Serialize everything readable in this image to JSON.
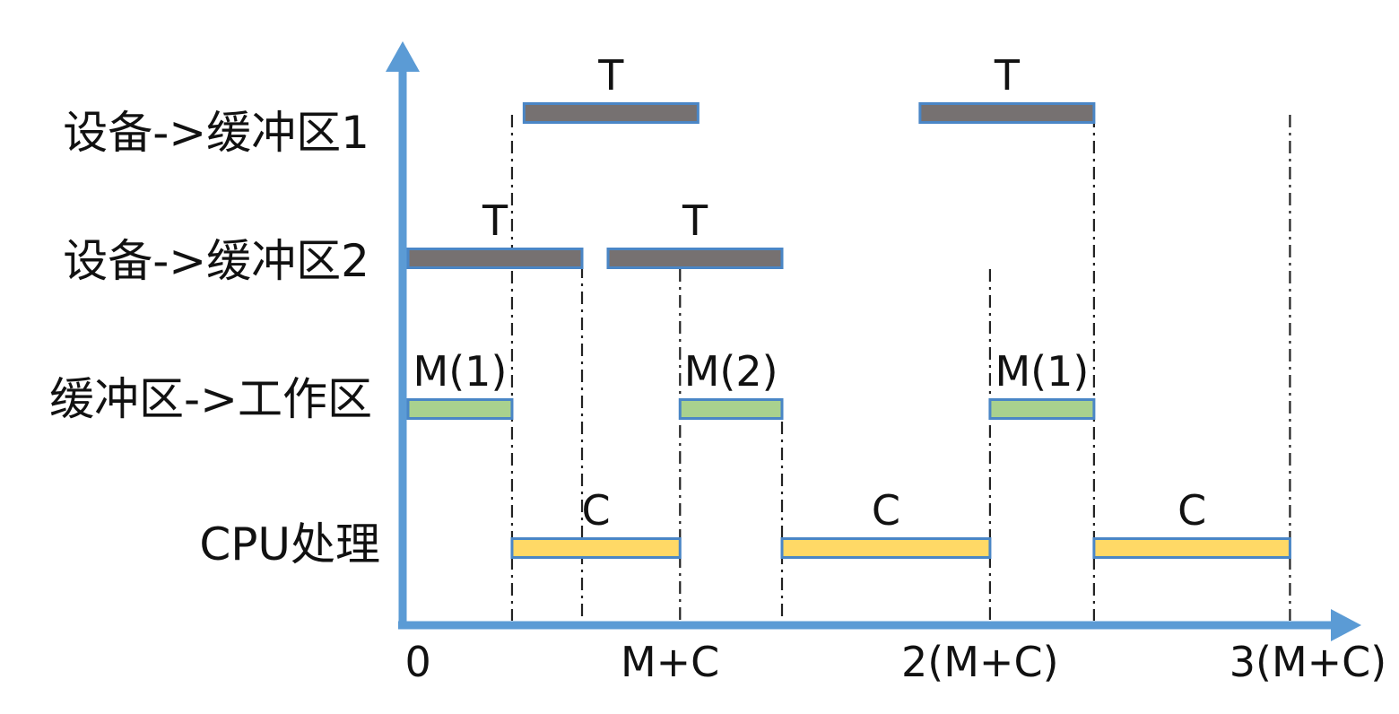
{
  "rows": [
    {
      "label": "设备->缓冲区1"
    },
    {
      "label": "设备->缓冲区2"
    },
    {
      "label": "缓冲区->工作区"
    },
    {
      "label": "CPU处理"
    }
  ],
  "segments": [
    {
      "row": 0,
      "label": "T",
      "start": 0.58,
      "end": 1.45
    },
    {
      "row": 0,
      "label": "T",
      "start": 2.56,
      "end": 3.43
    },
    {
      "row": 1,
      "label": "T",
      "start": 0.0,
      "end": 0.87
    },
    {
      "row": 1,
      "label": "T",
      "start": 1.0,
      "end": 1.87
    },
    {
      "row": 2,
      "label": "M(1)",
      "start": 0.0,
      "end": 0.52
    },
    {
      "row": 2,
      "label": "M(2)",
      "start": 1.36,
      "end": 1.87
    },
    {
      "row": 2,
      "label": "M(1)",
      "start": 2.91,
      "end": 3.43
    },
    {
      "row": 3,
      "label": "C",
      "start": 0.52,
      "end": 1.36
    },
    {
      "row": 3,
      "label": "C",
      "start": 1.87,
      "end": 2.91
    },
    {
      "row": 3,
      "label": "C",
      "start": 3.43,
      "end": 4.41
    }
  ],
  "guides": [
    0.52,
    0.87,
    1.36,
    1.87,
    2.91,
    3.43,
    4.41
  ],
  "ticks": [
    {
      "label": "0",
      "value": 0.05
    },
    {
      "label": "M+C",
      "value": 1.31
    },
    {
      "label": "2(M+C)",
      "value": 2.86
    },
    {
      "label": "3(M+C)",
      "value": 4.5
    }
  ],
  "colors": {
    "axis": "#5B9BD5",
    "transfer_fill": "#767171",
    "move_fill": "#A9D18E",
    "cpu_fill": "#FFD966",
    "bar_border": "#4A86C6"
  }
}
